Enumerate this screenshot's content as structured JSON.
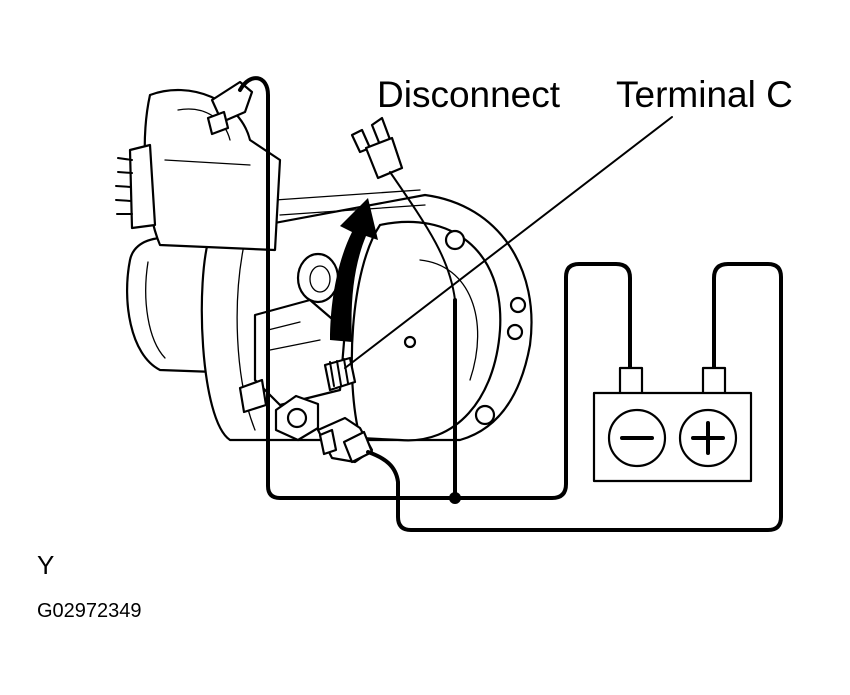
{
  "labels": {
    "disconnect": "Disconnect",
    "terminal_c": "Terminal C",
    "view": "Y",
    "figure_code": "G02972349"
  },
  "battery": {
    "negative_symbol": "−",
    "positive_symbol": "+"
  },
  "colors": {
    "ink": "#000000",
    "paper": "#ffffff"
  }
}
